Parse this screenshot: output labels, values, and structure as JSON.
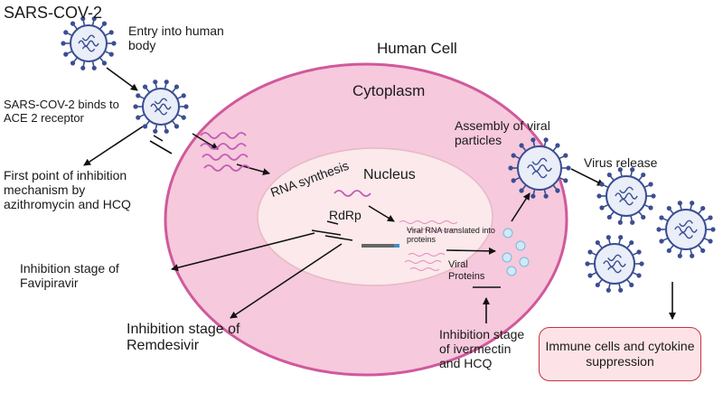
{
  "title": "SARS-COV-2",
  "entry_label": "Entry into human body",
  "binds_label": "SARS-COV-2 binds to ACE 2 receptor",
  "first_point_label": "First point of inhibition mechanism by azithromycin and HCQ",
  "human_cell_label": "Human Cell",
  "cytoplasm_label": "Cytoplasm",
  "nucleus_label": "Nucleus",
  "rna_synthesis_label": "RNA synthesis",
  "rdrp_label": "RdRp",
  "viral_rna_label": "Viral RNA translated into proteins",
  "viral_proteins_label": "Viral Proteins",
  "assembly_label": "Assembly of viral particles",
  "virus_release_label": "Virus release",
  "favipiravir_label": "Inhibition stage of Favipiravir",
  "remdesivir_label": "Inhibition stage of Remdesivir",
  "ivermectin_label": "Inhibition stage of ivermectin and HCQ",
  "immune_box_label": "Immune cells and cytokine suppression",
  "colors": {
    "cell_fill": "#f6c9dc",
    "cell_stroke": "#d0599b",
    "nucleus_fill": "#fbe9ec",
    "virus_spike": "#3b4e92",
    "virus_body": "#e9eef8",
    "rna_strand": "#c25bb6",
    "box_border": "#c9303f",
    "box_fill": "#fde3e7",
    "protein_dot": "#cfe9f7"
  }
}
